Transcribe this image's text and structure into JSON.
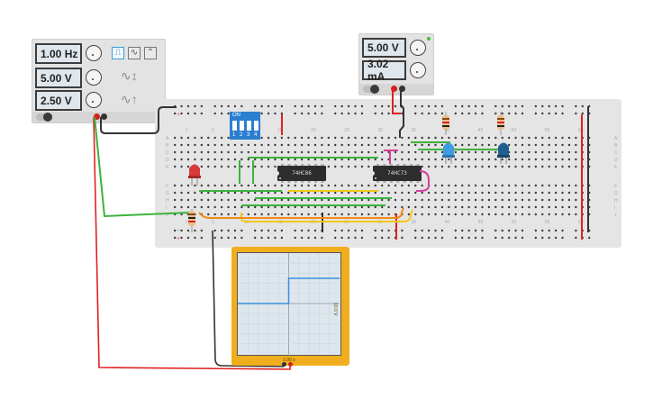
{
  "function_generator": {
    "frequency": "1.00 Hz",
    "amplitude": "5.00 V",
    "dc_offset": "2.50 V",
    "waveforms": [
      {
        "name": "square",
        "glyph": "⎍",
        "active": true
      },
      {
        "name": "sine",
        "glyph": "∿",
        "active": false
      },
      {
        "name": "triangle",
        "glyph": "⌃",
        "active": false
      }
    ],
    "amplitude_symbol": "∿↕",
    "offset_symbol": "∿↑",
    "power_toggle": "off"
  },
  "power_supply": {
    "voltage": "5.00 V",
    "current": "3.02 mA",
    "power_toggle": "off"
  },
  "breadboard": {
    "row_labels_top": [
      "A",
      "B",
      "C",
      "D",
      "E"
    ],
    "row_labels_bottom": [
      "F",
      "G",
      "H",
      "I",
      "J"
    ],
    "column_numbers": [
      "1",
      "5",
      "10",
      "15",
      "20",
      "25",
      "30",
      "35",
      "40",
      "45",
      "50",
      "55",
      "60"
    ],
    "rail_plus": "+",
    "rail_minus": "−"
  },
  "dip_switch": {
    "label": "ON",
    "switches": [
      "1",
      "2",
      "3",
      "4"
    ]
  },
  "chips": [
    {
      "id": "xor",
      "label": "74HC86"
    },
    {
      "id": "jk-flipflop",
      "label": "74HC73"
    }
  ],
  "leds": [
    {
      "color": "#d63a3a",
      "name": "red"
    },
    {
      "color": "#3f9be0",
      "name": "light-blue"
    },
    {
      "color": "#1f5e8e",
      "name": "dark-blue"
    }
  ],
  "oscilloscope": {
    "time_per_div": "1.00 s",
    "volts_per_div": "10.0 V",
    "trace_color": "#3a8fdc",
    "trace": {
      "low_fraction_of_height": 0.5,
      "high_fraction_of_height": 0.25,
      "step_at_fraction_of_width": 0.5
    }
  },
  "colors": {
    "wire_red": "#e02020",
    "wire_black": "#333333",
    "wire_green": "#3db33d",
    "wire_yellow": "#f2c81b",
    "wire_orange": "#f08a12",
    "wire_magenta": "#d63e9a"
  }
}
